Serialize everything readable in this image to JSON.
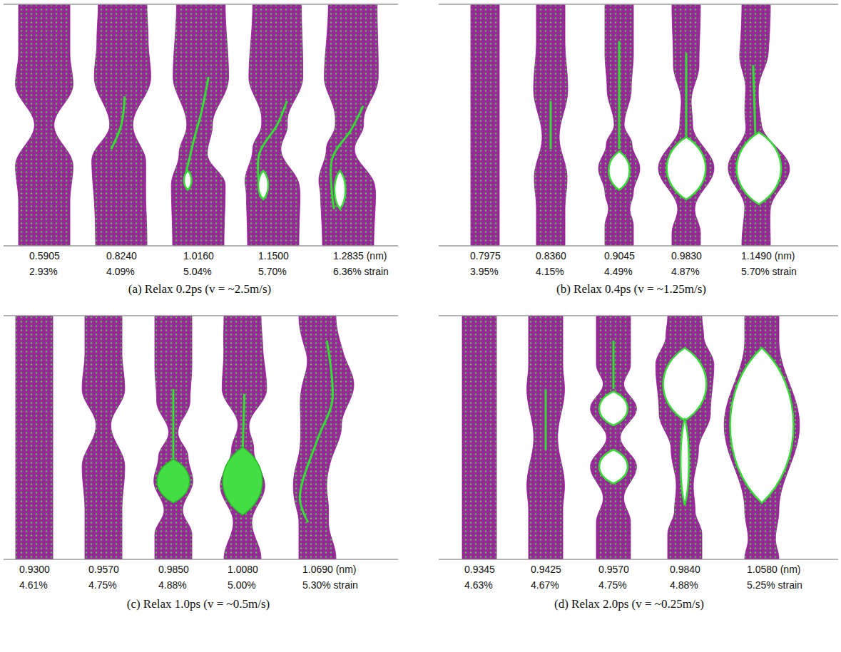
{
  "diagram": {
    "labels": [
      "0.5905",
      "0.8240",
      "1.0160",
      "1.1500",
      "1.2835 (nm)",
      "2.93%",
      "4.09%",
      "5.04%",
      "5.70%",
      "6.36% strain",
      "(a) Relax 0.2ps (v = ~2.5m/s)",
      "0.7975",
      "0.8360",
      "0.9045",
      "0.9830",
      "1.1490 (nm)",
      "3.95%",
      "4.15%",
      "4.49%",
      "4.87%",
      "5.70% strain",
      "(b) Relax 0.4ps (v = ~1.25m/s)",
      "0.9300",
      "0.9570",
      "0.9850",
      "1.0080",
      "1.0690 (nm)",
      "4.61%",
      "4.75%",
      "4.88%",
      "5.00%",
      "5.30% strain",
      "(c) Relax 1.0ps (v = ~0.5m/s)",
      "0.9345",
      "0.9425",
      "0.9570",
      "0.9840",
      "1.0580 (nm)",
      "4.63%",
      "4.67%",
      "4.75%",
      "4.88%",
      "5.25% strain",
      "(d) Relax 2.0ps (v = ~0.25m/s)"
    ]
  }
}
